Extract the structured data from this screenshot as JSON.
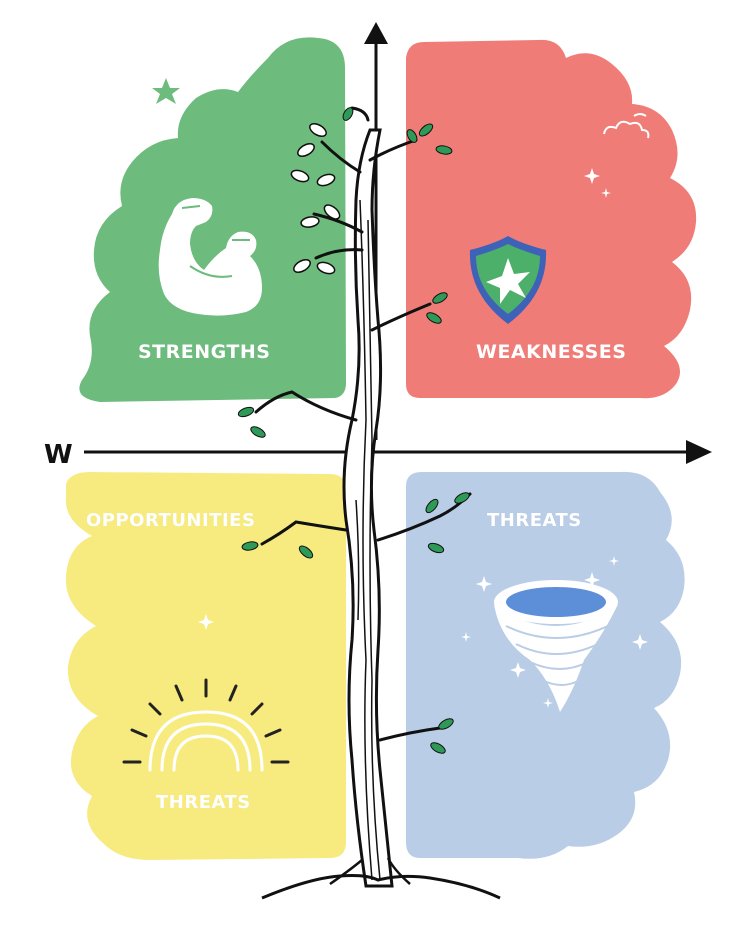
{
  "quadrants": {
    "strengths": {
      "label": "STRENGTHS",
      "color": "#6dbb7d",
      "icon": "flexed-arm-icon"
    },
    "weaknesses": {
      "label": "WEAKNESSES",
      "color": "#f07c78",
      "icon": "shield-icon"
    },
    "opportunities": {
      "label": "OPPORTUNITIES",
      "color": "#f7eb80",
      "icon": "sunrise-icon"
    },
    "threats": {
      "label": "THREATS",
      "color": "#b9cde7",
      "icon": "tornado-icon"
    }
  },
  "extra_labels": {
    "threats_bottom": "THREATS"
  },
  "axes": {
    "horizontal_label": "W"
  },
  "center": {
    "icon": "tree-icon"
  }
}
